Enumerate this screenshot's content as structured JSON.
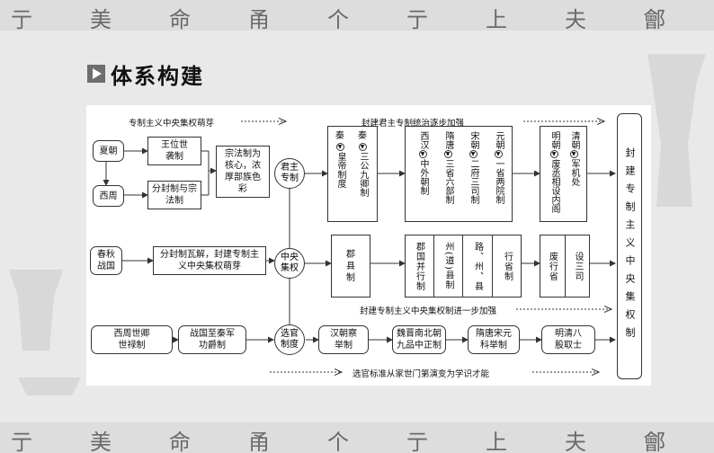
{
  "heading": "体系构建",
  "banner_glyphs": [
    "亍",
    "美",
    "命",
    "甬",
    "个",
    "亍",
    "上",
    "夫",
    "鄶"
  ],
  "notes": {
    "sprout": "专制主义中央集权萌芽",
    "monarchy_strengthen": "封建君主专制统治逐步加强",
    "central_strengthen": "封建专制主义中央集权制进一步加强",
    "selection_change": "选官标准从家世门第演变为学识才能"
  },
  "early": {
    "xia": "夏朝",
    "xizhou": "西周",
    "wangwei": "王位世袭制",
    "fenfeng": "分封制与宗法制",
    "zongfa": "宗法制为核心，浓厚部族色彩",
    "chunqiu": "春秋战国",
    "wajie": "分封制瓦解，封建专制主义中央集权萌芽"
  },
  "hubs": {
    "junzhu": "君主专制",
    "zhongyang": "中央集权",
    "xuanguan": "选官制度"
  },
  "monarchy": {
    "qin_a": [
      "秦",
      "皇帝制度"
    ],
    "qin_b": [
      "秦",
      "三公九卿制"
    ],
    "xihan": [
      "西汉",
      "中外朝制"
    ],
    "suitang": [
      "隋唐",
      "三省六部制"
    ],
    "song": [
      "宋朝",
      "二府三司制"
    ],
    "yuan": [
      "元朝",
      "一省两院制"
    ],
    "ming": [
      "明朝",
      "废丞相设内阁"
    ],
    "qing": [
      "清朝",
      "军机处"
    ]
  },
  "central": {
    "junxian": "郡县制",
    "jungu": "郡国并行制",
    "zhoudao": "州(道)县制",
    "lu": "路、州、县",
    "xingsheng": "行省制",
    "fei": "废行省",
    "sheng": "设三司"
  },
  "selection": {
    "shiqing": "西周世卿世禄制",
    "jungong": "战国至秦军功爵制",
    "chaju": "汉朝察举制",
    "jiupin": "魏晋南北朝九品中正制",
    "keju": "隋唐宋元科举制",
    "bagu": "明清八股取士"
  },
  "final": "封建专制主义中央集权制"
}
